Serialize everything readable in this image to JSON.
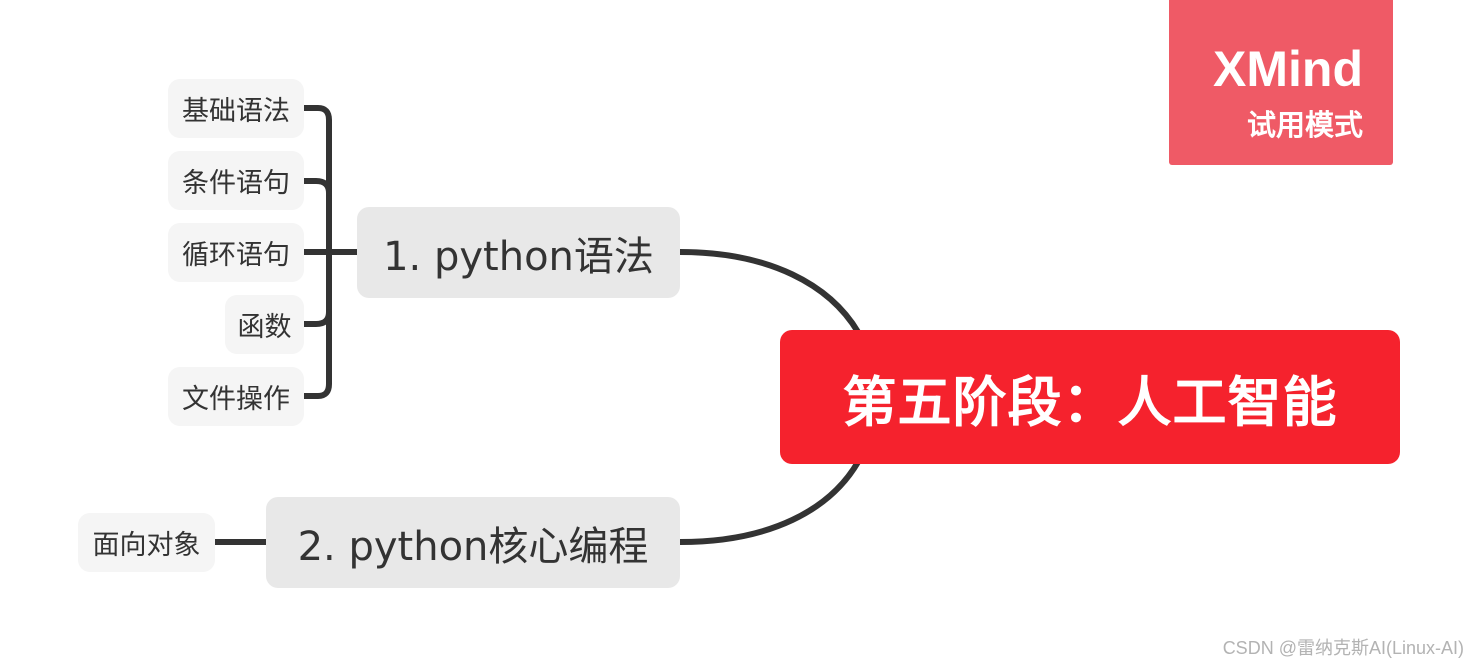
{
  "root": {
    "label": "第五阶段：人工智能",
    "color": "#f5222d"
  },
  "branches": [
    {
      "label": "1. python语法",
      "children": [
        "基础语法",
        "条件语句",
        "循环语句",
        "函数",
        "文件操作"
      ]
    },
    {
      "label": "2. python核心编程",
      "children": [
        "面向对象"
      ]
    }
  ],
  "watermark": {
    "title": "XMind",
    "subtitle": "试用模式",
    "color": "#ef5a66"
  },
  "credit": "CSDN @雷纳克斯AI(Linux-AI)",
  "line_color": "#333333"
}
